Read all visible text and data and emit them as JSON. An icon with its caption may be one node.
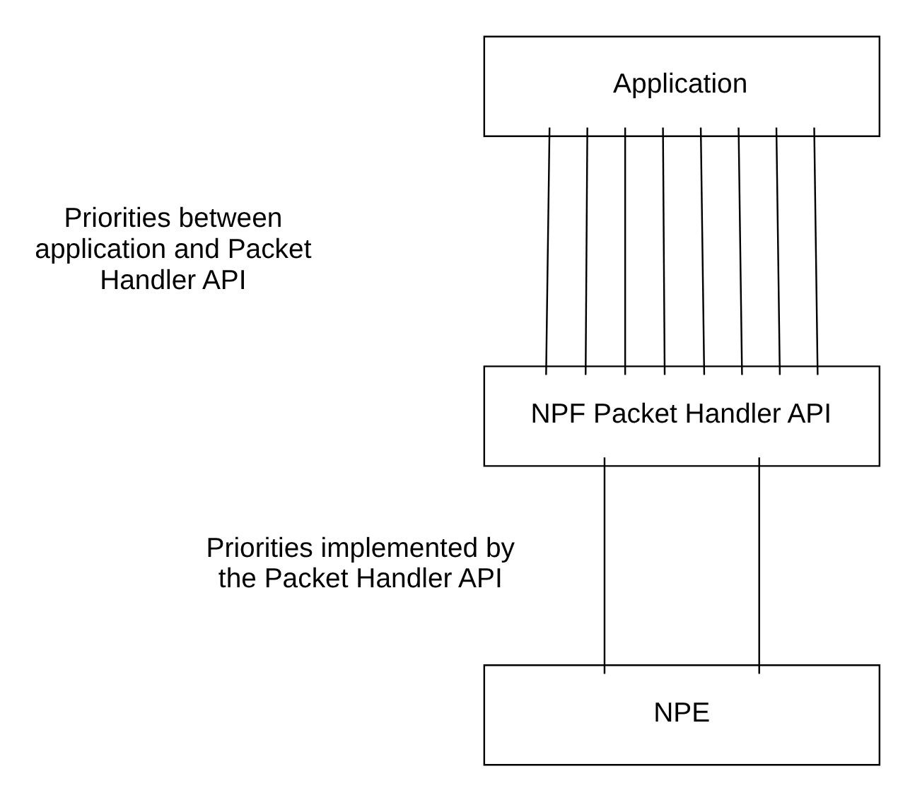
{
  "diagram": {
    "nodes": [
      {
        "text": [
          "Application"
        ]
      },
      {
        "text": [
          "NPF Packet Handler API"
        ]
      },
      {
        "text": [
          "NPE"
        ]
      }
    ],
    "edges": [
      {
        "from": 0,
        "to": 1,
        "arrow": "none"
      },
      {
        "from": 0,
        "to": 1,
        "arrow": "none"
      },
      {
        "from": 0,
        "to": 1,
        "arrow": "none"
      },
      {
        "from": 0,
        "to": 1,
        "arrow": "none"
      },
      {
        "from": 0,
        "to": 1,
        "arrow": "none"
      },
      {
        "from": 0,
        "to": 1,
        "arrow": "none"
      },
      {
        "from": 0,
        "to": 1,
        "arrow": "none"
      },
      {
        "from": 0,
        "to": 1,
        "arrow": "none"
      },
      {
        "from": 1,
        "to": 2,
        "arrow": "none"
      },
      {
        "from": 1,
        "to": 2,
        "arrow": "none"
      }
    ],
    "labels": [
      "Priorities between application and Packet Handler API",
      "Priorities implemented by the Packet Handler API"
    ]
  }
}
